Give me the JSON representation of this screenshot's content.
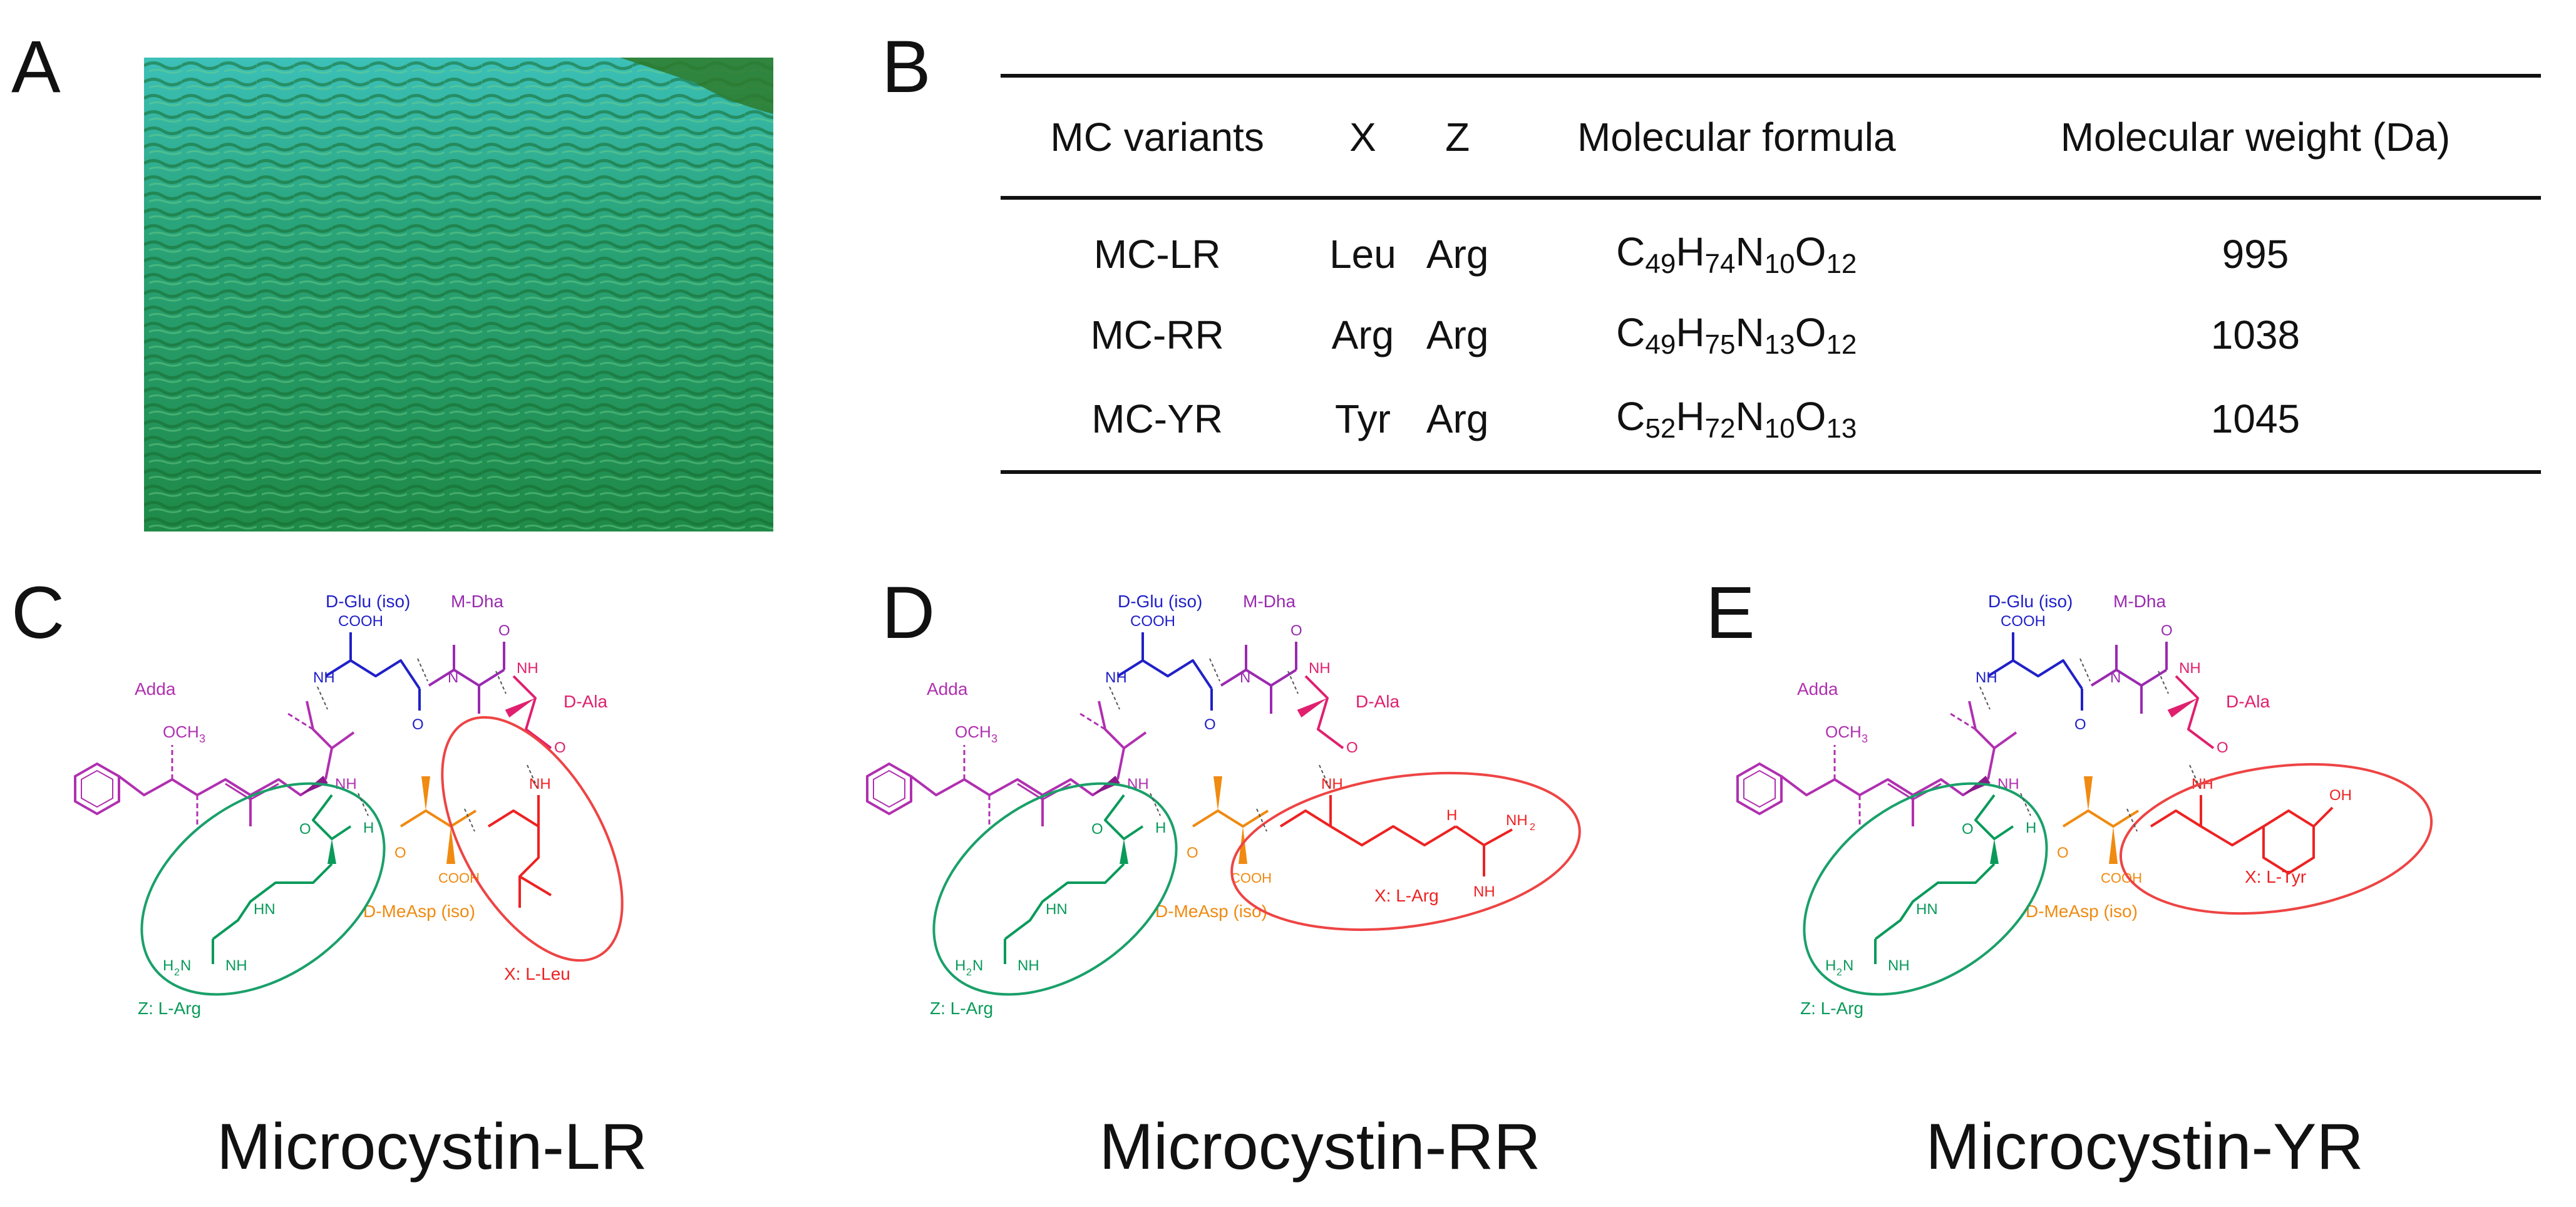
{
  "panels": {
    "a": "A",
    "b": "B",
    "c": "C",
    "d": "D",
    "e": "E"
  },
  "table": {
    "headers": [
      "MC variants",
      "X",
      "Z",
      "Molecular formula",
      "Molecular weight (Da)"
    ],
    "rows": [
      {
        "variant": "MC-LR",
        "x": "Leu",
        "z": "Arg",
        "formula": [
          [
            "C",
            "49"
          ],
          [
            "H",
            "74"
          ],
          [
            "N",
            "10"
          ],
          [
            "O",
            "12"
          ]
        ],
        "mw": "995"
      },
      {
        "variant": "MC-RR",
        "x": "Arg",
        "z": "Arg",
        "formula": [
          [
            "C",
            "49"
          ],
          [
            "H",
            "75"
          ],
          [
            "N",
            "13"
          ],
          [
            "O",
            "12"
          ]
        ],
        "mw": "1038"
      },
      {
        "variant": "MC-YR",
        "x": "Tyr",
        "z": "Arg",
        "formula": [
          [
            "C",
            "52"
          ],
          [
            "H",
            "72"
          ],
          [
            "N",
            "10"
          ],
          [
            "O",
            "13"
          ]
        ],
        "mw": "1045"
      }
    ]
  },
  "structures": [
    {
      "caption": "Microcystin-LR",
      "x_label": "X: L-Leu",
      "x_side": "leu"
    },
    {
      "caption": "Microcystin-RR",
      "x_label": "X: L-Arg",
      "x_side": "arg"
    },
    {
      "caption": "Microcystin-YR",
      "x_label": "X: L-Tyr",
      "x_side": "tyr"
    }
  ],
  "residue_labels": {
    "adda": "Adda",
    "d_glu": "D-Glu (iso)",
    "m_dha": "M-Dha",
    "d_ala": "D-Ala",
    "d_measp": "D-MeAsp (iso)",
    "z": "Z: L-Arg",
    "cooh": "COOH",
    "och3": "OCH",
    "och3_sub": "3",
    "nh": "NH",
    "n": "N",
    "h": "H",
    "hn": "HN",
    "h2n": "H",
    "h2n_sub": "2",
    "h2n_tail": "N",
    "nh2": "NH",
    "nh2_sub": "2",
    "o": "O",
    "oh": "OH"
  },
  "colors": {
    "adda": "#b030b0",
    "glu": "#2020c8",
    "dha": "#9a2ab0",
    "ala": "#e0206e",
    "measp": "#f08a10",
    "arg": "#0a9a5a",
    "x": "#ee2222",
    "ellipse_green": "#1aa06a",
    "ellipse_red": "#ee4444",
    "water_dark": "#1f7a3c",
    "water_light": "#34b8b0"
  }
}
